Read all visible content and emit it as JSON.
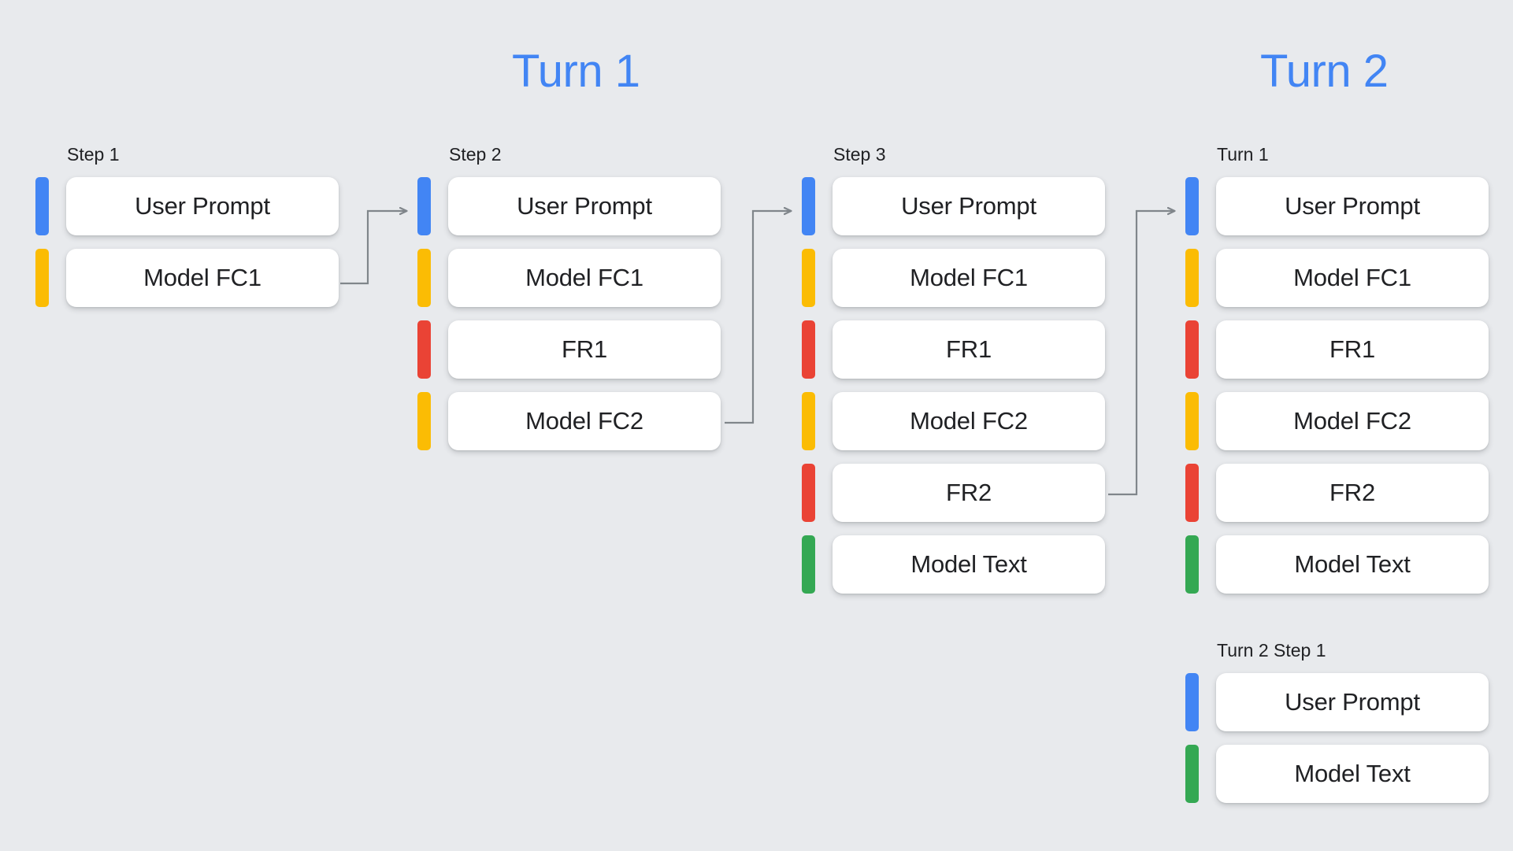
{
  "background_color": "#e8eaed",
  "palette": {
    "blue": "#4285f4",
    "yellow": "#fbbc04",
    "red": "#ea4335",
    "green": "#34a853",
    "card": "#ffffff",
    "text": "#202124",
    "arrow": "#80868b"
  },
  "turns": {
    "turn1_title": "Turn 1",
    "turn2_title": "Turn 2"
  },
  "columns": [
    {
      "label": "Step 1",
      "rows": [
        {
          "label": "User Prompt",
          "color": "blue"
        },
        {
          "label": "Model FC1",
          "color": "yellow"
        }
      ]
    },
    {
      "label": "Step 2",
      "rows": [
        {
          "label": "User Prompt",
          "color": "blue"
        },
        {
          "label": "Model FC1",
          "color": "yellow"
        },
        {
          "label": "FR1",
          "color": "red"
        },
        {
          "label": "Model FC2",
          "color": "yellow"
        }
      ]
    },
    {
      "label": "Step 3",
      "rows": [
        {
          "label": "User Prompt",
          "color": "blue"
        },
        {
          "label": "Model FC1",
          "color": "yellow"
        },
        {
          "label": "FR1",
          "color": "red"
        },
        {
          "label": "Model FC2",
          "color": "yellow"
        },
        {
          "label": "FR2",
          "color": "red"
        },
        {
          "label": "Model Text",
          "color": "green"
        }
      ]
    },
    {
      "label": "Turn 1",
      "rows": [
        {
          "label": "User Prompt",
          "color": "blue"
        },
        {
          "label": "Model FC1",
          "color": "yellow"
        },
        {
          "label": "FR1",
          "color": "red"
        },
        {
          "label": "Model FC2",
          "color": "yellow"
        },
        {
          "label": "FR2",
          "color": "red"
        },
        {
          "label": "Model Text",
          "color": "green"
        }
      ]
    },
    {
      "label": "Turn 2 Step 1",
      "secondary": true,
      "rows": [
        {
          "label": "User Prompt",
          "color": "blue"
        },
        {
          "label": "Model Text",
          "color": "green"
        }
      ]
    }
  ],
  "connectors": [
    {
      "name": "step1-to-step2",
      "from_row": "Model FC1",
      "to_row": "User Prompt"
    },
    {
      "name": "step2-to-step3",
      "from_row": "Model FC2",
      "to_row": "User Prompt"
    },
    {
      "name": "step3-to-turn1",
      "from_row": "FR2",
      "to_row": "User Prompt"
    }
  ]
}
